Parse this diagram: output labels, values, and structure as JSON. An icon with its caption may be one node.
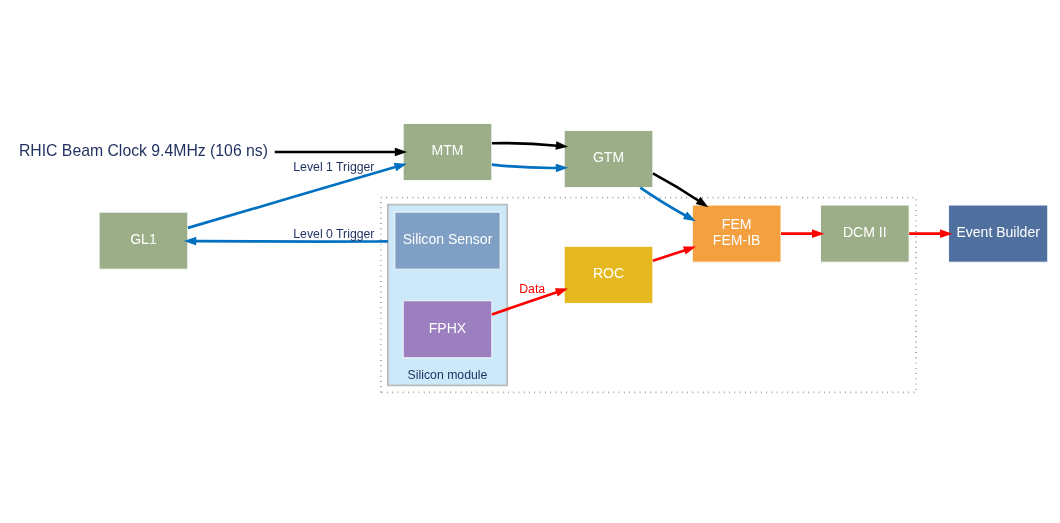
{
  "diagram": {
    "nodes": [
      {
        "text": [
          "RHIC Beam Clock 9.4MHz (106 ns)"
        ]
      },
      {
        "text": [
          "GL1"
        ]
      },
      {
        "text": [
          "MTM"
        ]
      },
      {
        "text": [
          "GTM"
        ]
      },
      {
        "text": [],
        "shape": "box"
      },
      {
        "text": [
          "Silicon module"
        ],
        "in": 4
      },
      {
        "text": [
          "Silicon Sensor"
        ],
        "in": 5
      },
      {
        "text": [
          "FPHX"
        ],
        "in": 5
      },
      {
        "text": [
          "ROC"
        ],
        "in": 4
      },
      {
        "text": [
          "FEM",
          "FEM-IB"
        ],
        "in": 4
      },
      {
        "text": [
          "DCM II"
        ],
        "in": 4
      },
      {
        "text": [
          "Event Builder"
        ]
      }
    ],
    "edges": [
      {
        "from": 0,
        "to": 2,
        "arrow": "to",
        "color": "#000000"
      },
      {
        "from": 1,
        "to": 2,
        "arrow": "to",
        "color": "#0070c0",
        "label": "Level 1 Trigger"
      },
      {
        "from": 2,
        "to": 3,
        "arrow": "to",
        "color": "#0070c0"
      },
      {
        "from": 2,
        "to": 3,
        "arrow": "to",
        "color": "#000000"
      },
      {
        "from": 3,
        "to": 9,
        "arrow": "to",
        "color": "#0070c0"
      },
      {
        "from": 3,
        "to": 9,
        "arrow": "to",
        "color": "#000000"
      },
      {
        "from": 5,
        "to": 1,
        "arrow": "to",
        "color": "#0070c0",
        "label": "Level 0 Trigger"
      },
      {
        "from": 7,
        "to": 8,
        "arrow": "to",
        "color": "#ff0000",
        "label": "Data"
      },
      {
        "from": 8,
        "to": 9,
        "arrow": "to",
        "color": "#ff0000"
      },
      {
        "from": 9,
        "to": 10,
        "arrow": "to",
        "color": "#ff0000"
      },
      {
        "from": 10,
        "to": 11,
        "arrow": "to",
        "color": "#ff0000"
      }
    ]
  }
}
